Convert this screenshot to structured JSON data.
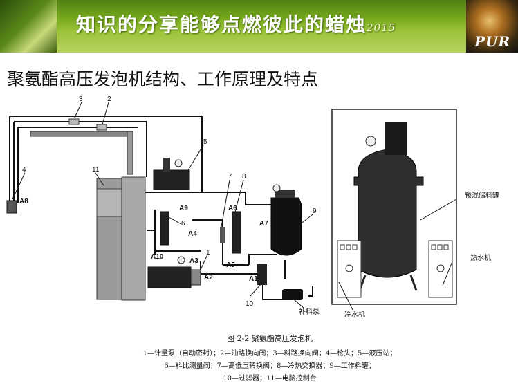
{
  "banner": {
    "title": "知识的分享能够点燃彼此的蜡烛",
    "year": "2015",
    "logo_text": "PUR"
  },
  "page_title": "聚氨酯高压发泡机结构、工作原理及特点",
  "diagram": {
    "labels": {
      "n1": "1",
      "n2": "2",
      "n3": "3",
      "n4": "4",
      "n5": "5",
      "n6": "6",
      "n7": "7",
      "n8": "8",
      "n9": "9",
      "n10": "10",
      "n11": "11",
      "a1": "A1",
      "a2": "A2",
      "a3": "A3",
      "a4": "A4",
      "a5": "A5",
      "a6": "A6",
      "a7": "A7",
      "a8": "A8",
      "a9": "A9",
      "a10": "A10",
      "premix_tank": "预混储料罐",
      "water_heater": "热水机",
      "feed_pump": "补料泵",
      "chiller": "冷水机"
    }
  },
  "caption": {
    "title": "图 2-2   聚氨酯高压发泡机",
    "line1": "1—计量泵（自动密封）；2—油路换向阀；3—料路换向阀；4—枪头；5—液压站；",
    "line2": "6—料比测量阀；7—高低压转换阀；8—冷热交换器；9—工作料罐；",
    "line3": "10—过滤器；11—电脑控制台"
  }
}
